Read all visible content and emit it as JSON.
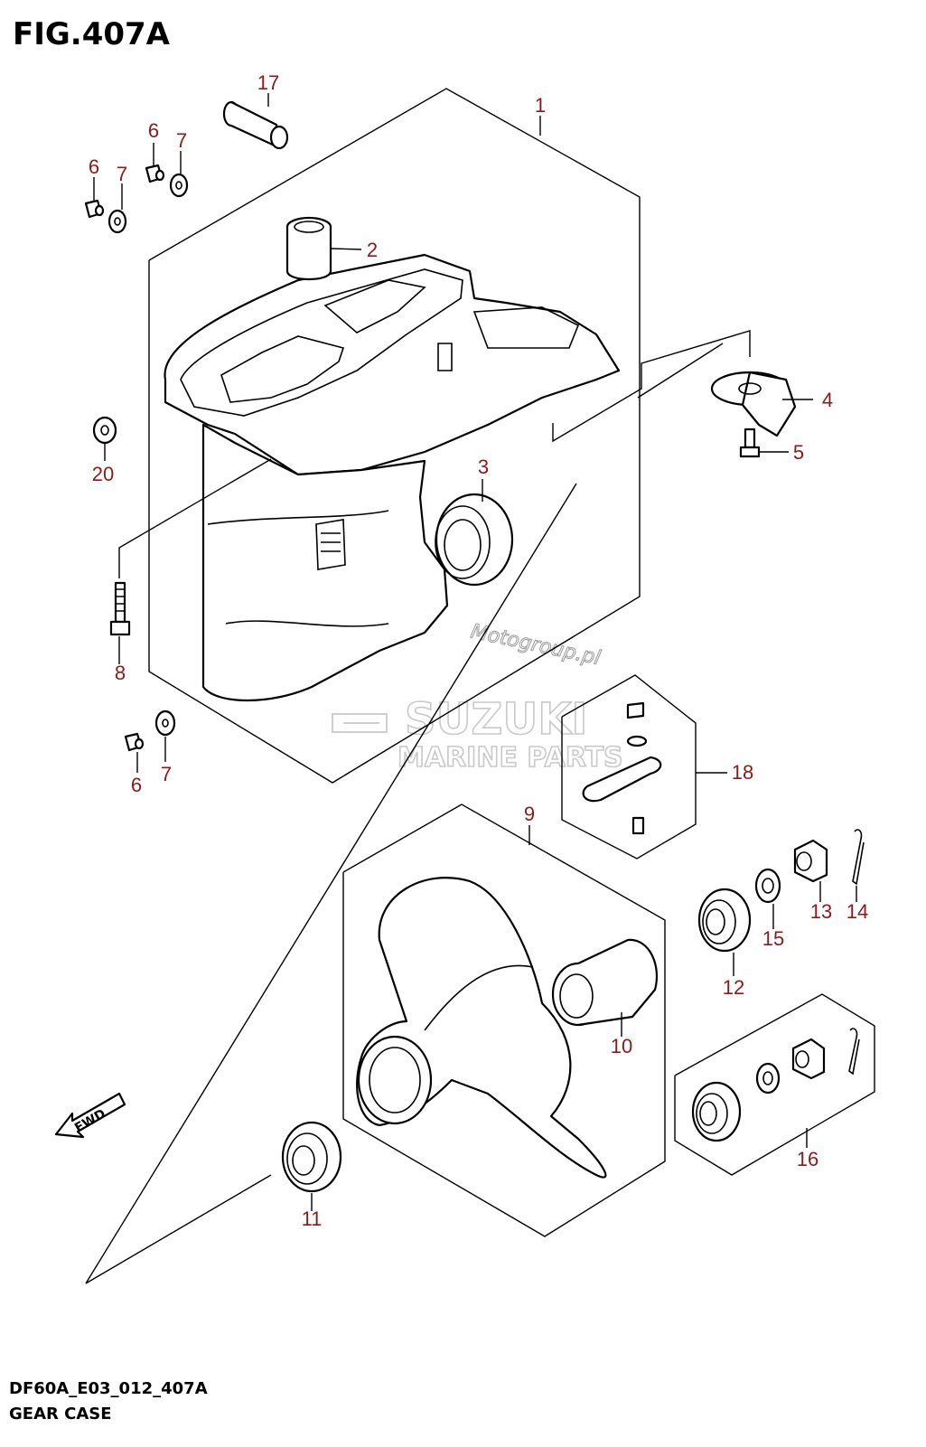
{
  "figure": {
    "title": "FIG.407A",
    "code": "DF60A_E03_012_407A",
    "name": "GEAR CASE"
  },
  "arrow": {
    "label": "FWD"
  },
  "watermark": {
    "site": "Motogroup.pl",
    "brand": "SUZUKI",
    "sub": "MARINE PARTS"
  },
  "callouts": {
    "p1": "1",
    "p2": "2",
    "p3": "3",
    "p4": "4",
    "p5": "5",
    "p6a": "6",
    "p6b": "6",
    "p6c": "6",
    "p7a": "7",
    "p7b": "7",
    "p7c": "7",
    "p8": "8",
    "p9": "9",
    "p10": "10",
    "p11": "11",
    "p12": "12",
    "p13": "13",
    "p14": "14",
    "p15": "15",
    "p16": "16",
    "p17": "17",
    "p18": "18",
    "p20": "20"
  },
  "colors": {
    "callout": "#8b1a1a",
    "line": "#000000",
    "watermark": "#c9c9c9"
  }
}
